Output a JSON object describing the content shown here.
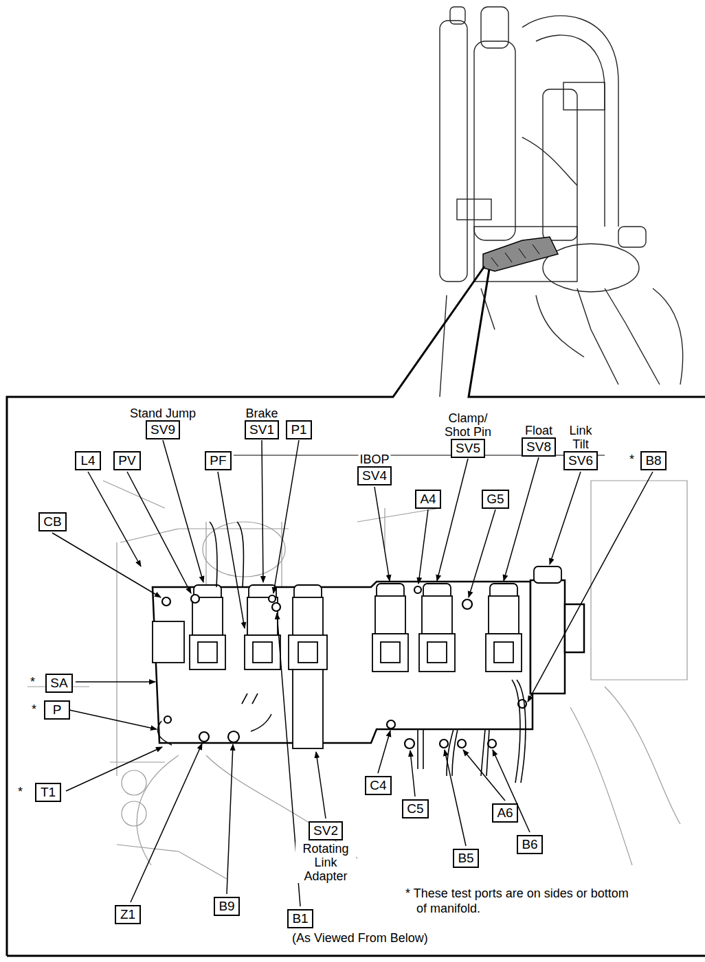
{
  "diagram": {
    "nodes": [
      {
        "text": [
          "Stand Jump",
          "SV9"
        ]
      },
      {
        "text": [
          "Brake",
          "SV1"
        ]
      },
      {
        "text": [
          "P1"
        ]
      },
      {
        "text": [
          "Clamp/ Shot Pin",
          "SV5"
        ]
      },
      {
        "text": [
          "Float",
          "SV8"
        ]
      },
      {
        "text": [
          "Link Tilt",
          "SV6"
        ]
      },
      {
        "text": [
          "L4"
        ]
      },
      {
        "text": [
          "PV"
        ]
      },
      {
        "text": [
          "PF"
        ]
      },
      {
        "text": [
          "IBOP",
          "SV4"
        ]
      },
      {
        "text": [
          "B8"
        ]
      },
      {
        "text": [
          "A4"
        ]
      },
      {
        "text": [
          "G5"
        ]
      },
      {
        "text": [
          "CB"
        ]
      },
      {
        "text": [
          "SA"
        ]
      },
      {
        "text": [
          "P"
        ]
      },
      {
        "text": [
          "T1"
        ]
      },
      {
        "text": [
          "C4"
        ]
      },
      {
        "text": [
          "C5"
        ]
      },
      {
        "text": [
          "A6"
        ]
      },
      {
        "text": [
          "SV2",
          "Rotating Link Adapter"
        ]
      },
      {
        "text": [
          "B6"
        ]
      },
      {
        "text": [
          "B5"
        ]
      },
      {
        "text": [
          "B9"
        ]
      },
      {
        "text": [
          "Z1"
        ]
      },
      {
        "text": [
          "B1"
        ]
      }
    ],
    "labels": [
      "*",
      "*",
      "*",
      "*",
      "* These test ports are on sides or bottom of manifold.",
      "(As Viewed From Below)"
    ]
  }
}
